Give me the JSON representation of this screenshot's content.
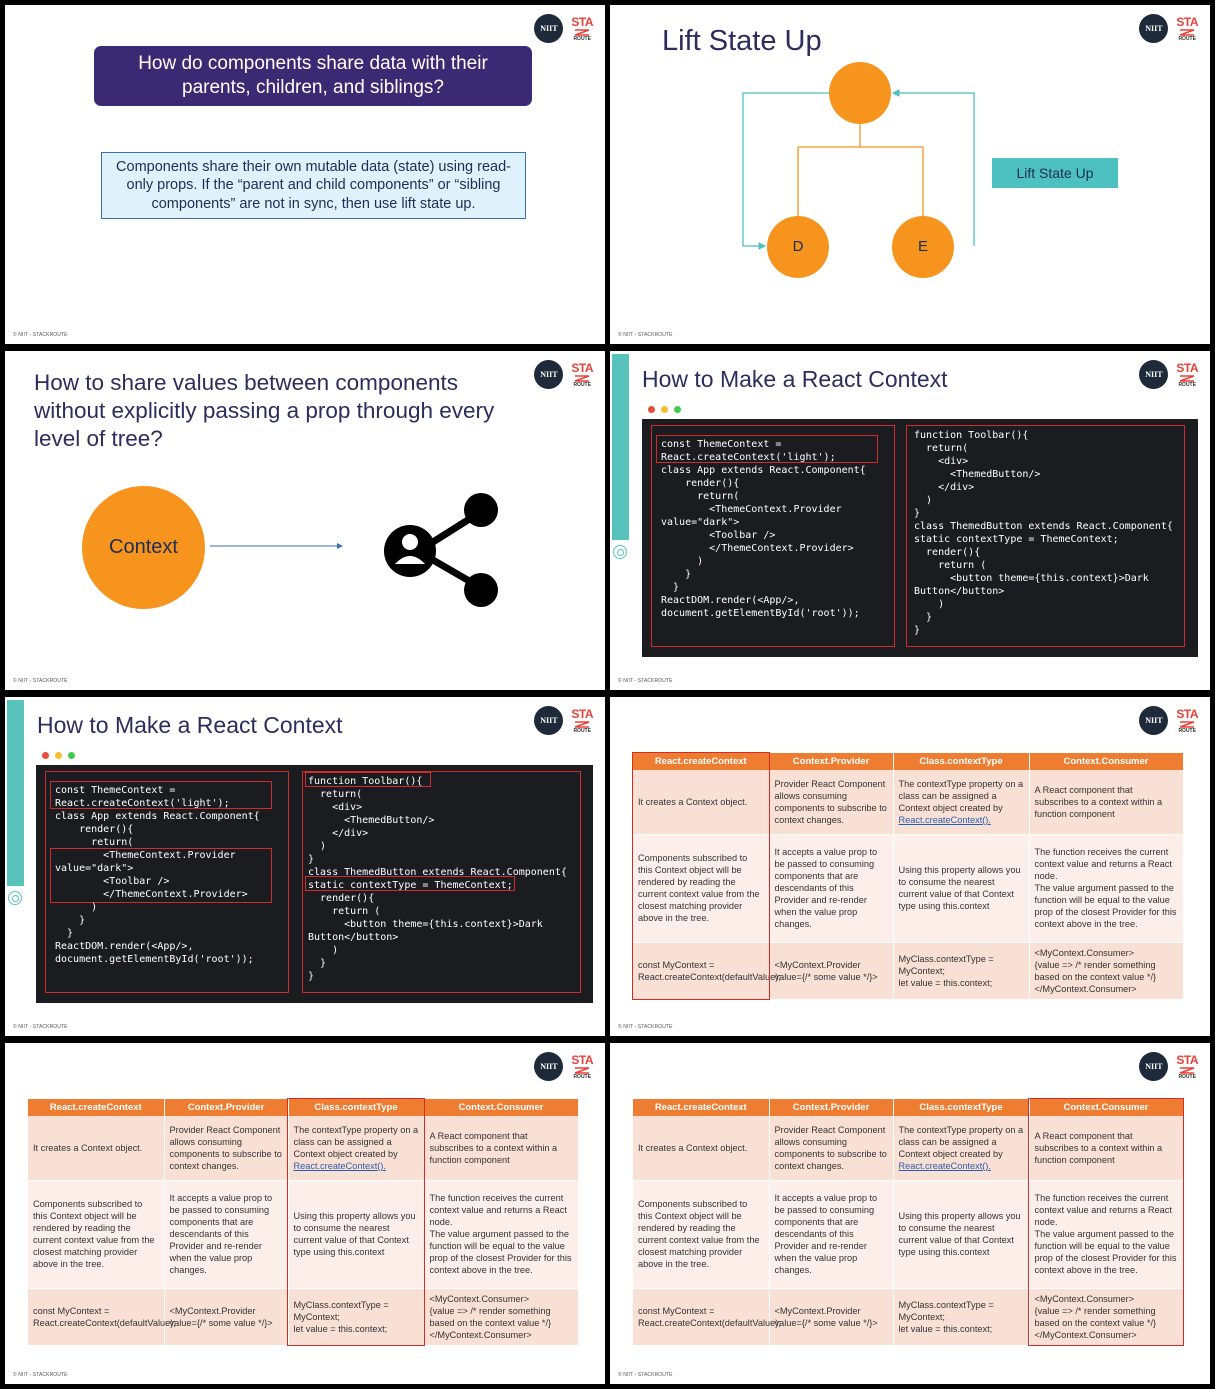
{
  "common": {
    "footer": "© NIIT - STACKROUTE",
    "niit_logo": "NIIT",
    "sta_top": "STA",
    "sta_bottom": "ROUTE"
  },
  "slide1": {
    "question": "How do components share data with their parents, children, and siblings?",
    "answer": "Components share their own mutable data (state) using read-only props. If the “parent and child components” or “sibling components” are not in sync, then use lift state up."
  },
  "slide2": {
    "title": "Lift State Up",
    "node_d": "D",
    "node_e": "E",
    "label": "Lift State Up",
    "colors": {
      "node": "#f7941d",
      "arrow": "#4dc1c1",
      "tree_line": "#f7941d"
    }
  },
  "slide3": {
    "title": "How to share values between components without explicitly passing a prop through every level of tree?",
    "circle": "Context",
    "icon": "share-user-icon"
  },
  "code_slide": {
    "title": "How to Make a React Context",
    "left_code": "const ThemeContext =\nReact.createContext('light');\nclass App extends React.Component{\n    render(){\n      return(\n        <ThemeContext.Provider\nvalue=\"dark\">\n        <Toolbar />\n        </ThemeContext.Provider>\n      )\n    }\n  }\nReactDOM.render(<App/>,\ndocument.getElementById('root'));",
    "right_code": "function Toolbar(){\n  return(\n    <div>\n      <ThemedButton/>\n    </div>\n  )\n}\nclass ThemedButton extends React.Component{\nstatic contextType = ThemeContext;\n  render(){\n    return (\n      <button theme={this.context}>Dark\nButton</button>\n    )\n  }\n}"
  },
  "table": {
    "headers": [
      "React.createContext",
      "Context.Provider",
      "Class.contextType",
      "Context.Consumer"
    ],
    "rows": [
      [
        "It creates a Context object.",
        "Provider React Component allows consuming components to subscribe to context changes.",
        "The contextType property on a class can be assigned a Context object created by ",
        "A React component that subscribes to a context within a function component"
      ],
      [
        "Components subscribed to this Context object will be rendered by reading the current context value from the closest matching provider above in the tree.",
        "It accepts a value prop to be passed to consuming components that are descendants of this Provider and re-render when the value prop changes.",
        "Using this property allows you to consume the nearest current value of that Context type using this.context",
        "The function receives the current context value and returns a React node.\nThe value argument passed to the function will be equal to the value prop of the closest Provider for this context above in the tree."
      ],
      [
        "const MyContext = React.createContext(defaultValue);",
        "<MyContext.Provider value={/* some value */}>",
        "MyClass.contextType = MyContext;\nlet value = this.context;",
        "<MyContext.Consumer>\n  {value => /* render something based on the context value */}\n</MyContext.Consumer>"
      ]
    ],
    "link": "React.createContext().",
    "colors": {
      "header": "#ee7d31",
      "row_dark": "#f9e0d5",
      "row_light": "#fcefea",
      "highlight": "#d12b2b"
    }
  }
}
